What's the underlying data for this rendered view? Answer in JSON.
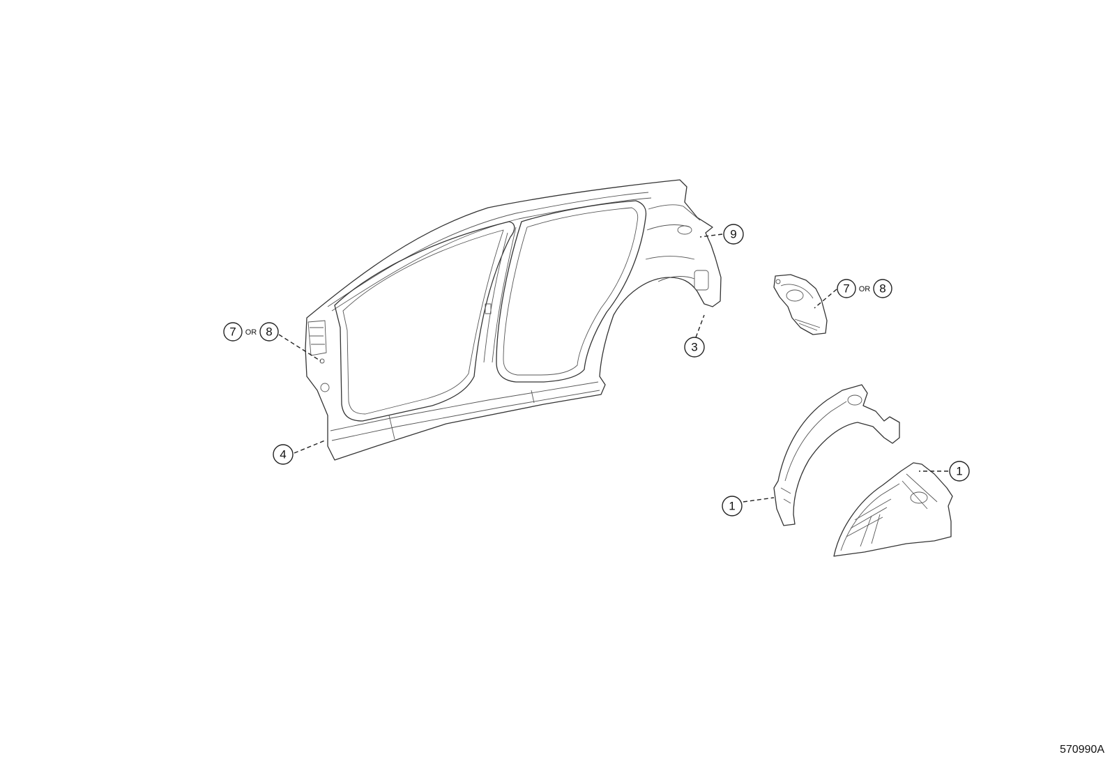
{
  "figure_code": "570990A",
  "or_label": "OR",
  "callouts": {
    "c9": "9",
    "c3": "3",
    "c4": "4",
    "c7_left": "7",
    "c8_left": "8",
    "c7_right": "7",
    "c8_right": "8",
    "c1_left": "1",
    "c1_right": "1"
  }
}
